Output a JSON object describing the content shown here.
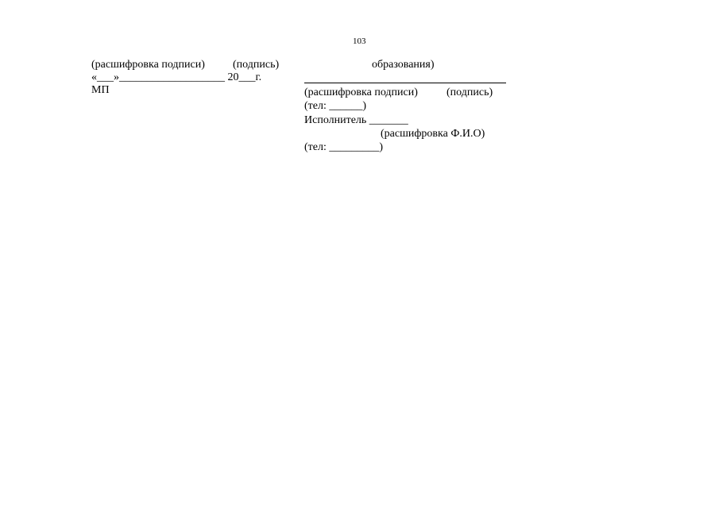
{
  "page_number": "103",
  "left": {
    "sig_decode_label": "(расшифровка подписи)",
    "sig_label": "(подпись)",
    "date_open_quote": "«",
    "date_day_blank": "___",
    "date_close_quote": "»",
    "date_month_blank": "___________________",
    "date_year_prefix": "20",
    "date_year_blank": "___",
    "date_year_suffix": "г.",
    "stamp_label": "МП"
  },
  "right": {
    "org_label_tail": "образования)",
    "sig_decode_label": "(расшифровка подписи)",
    "sig_label": "(подпись)",
    "phone_line": "(тел: ______)",
    "executor_line": "Исполнитель _______",
    "executor_decode_label": "(расшифровка Ф.И.О)",
    "executor_phone_line": "(тел: _________)"
  }
}
